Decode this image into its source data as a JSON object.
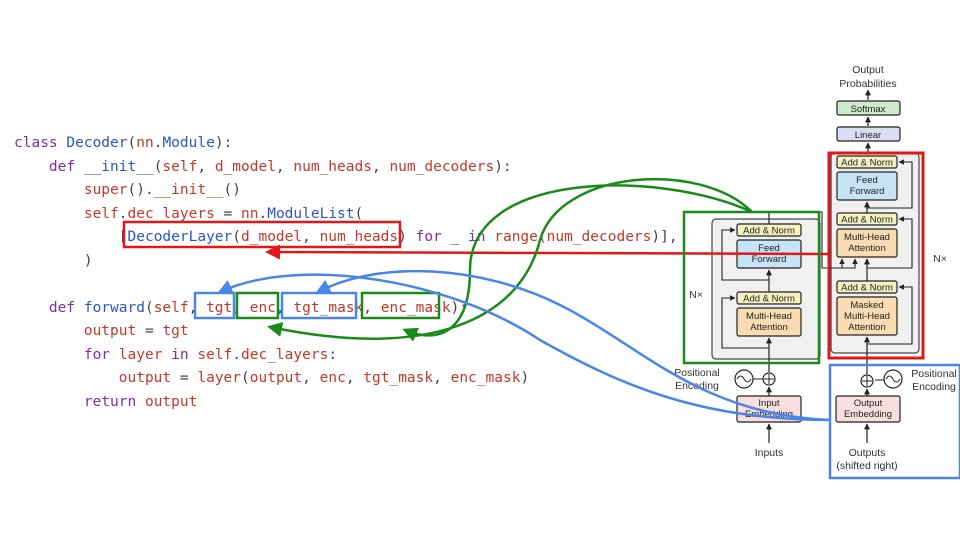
{
  "code": [
    {
      "indent": "",
      "tokens": [
        {
          "t": "class ",
          "c": "kw"
        },
        {
          "t": "Decoder",
          "c": "nm"
        },
        {
          "t": "(",
          "c": "tx"
        },
        {
          "t": "nn",
          "c": "ac"
        },
        {
          "t": ".",
          "c": "tx"
        },
        {
          "t": "Module",
          "c": "nm"
        },
        {
          "t": "):",
          "c": "tx"
        }
      ]
    },
    {
      "indent": "    ",
      "tokens": [
        {
          "t": "def ",
          "c": "kw"
        },
        {
          "t": "__init__",
          "c": "nm"
        },
        {
          "t": "(",
          "c": "tx"
        },
        {
          "t": "self",
          "c": "ac"
        },
        {
          "t": ", ",
          "c": "tx"
        },
        {
          "t": "d_model",
          "c": "ac"
        },
        {
          "t": ", ",
          "c": "tx"
        },
        {
          "t": "num_heads",
          "c": "ac"
        },
        {
          "t": ", ",
          "c": "tx"
        },
        {
          "t": "num_decoders",
          "c": "ac"
        },
        {
          "t": "):",
          "c": "tx"
        }
      ]
    },
    {
      "indent": "        ",
      "tokens": [
        {
          "t": "super",
          "c": "ac"
        },
        {
          "t": "().",
          "c": "tx"
        },
        {
          "t": "__init__",
          "c": "ac"
        },
        {
          "t": "()",
          "c": "tx"
        }
      ]
    },
    {
      "indent": "        ",
      "tokens": [
        {
          "t": "self",
          "c": "ac"
        },
        {
          "t": ".",
          "c": "tx"
        },
        {
          "t": "dec_layers",
          "c": "ac"
        },
        {
          "t": " = ",
          "c": "tx"
        },
        {
          "t": "nn",
          "c": "ac"
        },
        {
          "t": ".",
          "c": "tx"
        },
        {
          "t": "ModuleList",
          "c": "nm"
        },
        {
          "t": "(",
          "c": "tx"
        }
      ]
    },
    {
      "indent": "            ",
      "tokens": [
        {
          "t": "[",
          "c": "tx"
        },
        {
          "t": "DecoderLayer",
          "c": "nm"
        },
        {
          "t": "(",
          "c": "tx"
        },
        {
          "t": "d_model",
          "c": "ac"
        },
        {
          "t": ", ",
          "c": "tx"
        },
        {
          "t": "num_heads",
          "c": "ac"
        },
        {
          "t": ") ",
          "c": "tx"
        },
        {
          "t": "for",
          "c": "kw"
        },
        {
          "t": " _ ",
          "c": "tx"
        },
        {
          "t": "in",
          "c": "kw"
        },
        {
          "t": " ",
          "c": "tx"
        },
        {
          "t": "range",
          "c": "ac"
        },
        {
          "t": "(",
          "c": "tx"
        },
        {
          "t": "num_decoders",
          "c": "ac"
        },
        {
          "t": ")],",
          "c": "tx"
        }
      ]
    },
    {
      "indent": "        ",
      "tokens": [
        {
          "t": ")",
          "c": "tx"
        }
      ]
    },
    {
      "indent": "",
      "tokens": []
    },
    {
      "indent": "    ",
      "tokens": [
        {
          "t": "def ",
          "c": "kw"
        },
        {
          "t": "forward",
          "c": "nm"
        },
        {
          "t": "(",
          "c": "tx"
        },
        {
          "t": "self",
          "c": "ac"
        },
        {
          "t": ", ",
          "c": "tx"
        },
        {
          "t": "tgt",
          "c": "ac"
        },
        {
          "t": ", ",
          "c": "tx"
        },
        {
          "t": "enc",
          "c": "ac"
        },
        {
          "t": ", ",
          "c": "tx"
        },
        {
          "t": "tgt_mask",
          "c": "ac"
        },
        {
          "t": ", ",
          "c": "tx"
        },
        {
          "t": "enc_mask",
          "c": "ac"
        },
        {
          "t": "):",
          "c": "tx"
        }
      ]
    },
    {
      "indent": "        ",
      "tokens": [
        {
          "t": "output",
          "c": "ac"
        },
        {
          "t": " = ",
          "c": "tx"
        },
        {
          "t": "tgt",
          "c": "ac"
        }
      ]
    },
    {
      "indent": "        ",
      "tokens": [
        {
          "t": "for",
          "c": "kw"
        },
        {
          "t": " layer ",
          "c": "ac"
        },
        {
          "t": "in",
          "c": "kw"
        },
        {
          "t": " ",
          "c": "tx"
        },
        {
          "t": "self",
          "c": "ac"
        },
        {
          "t": ".",
          "c": "tx"
        },
        {
          "t": "dec_layers",
          "c": "ac"
        },
        {
          "t": ":",
          "c": "tx"
        }
      ]
    },
    {
      "indent": "            ",
      "tokens": [
        {
          "t": "output",
          "c": "ac"
        },
        {
          "t": " = ",
          "c": "tx"
        },
        {
          "t": "layer",
          "c": "ac"
        },
        {
          "t": "(",
          "c": "tx"
        },
        {
          "t": "output",
          "c": "ac"
        },
        {
          "t": ", ",
          "c": "tx"
        },
        {
          "t": "enc",
          "c": "ac"
        },
        {
          "t": ", ",
          "c": "tx"
        },
        {
          "t": "tgt_mask",
          "c": "ac"
        },
        {
          "t": ", ",
          "c": "tx"
        },
        {
          "t": "enc_mask",
          "c": "ac"
        },
        {
          "t": ")",
          "c": "tx"
        }
      ]
    },
    {
      "indent": "        ",
      "tokens": [
        {
          "t": "return",
          "c": "kw"
        },
        {
          "t": " output",
          "c": "ac"
        }
      ]
    }
  ],
  "diagram": {
    "output_probabilities_1": "Output",
    "output_probabilities_2": "Probabilities",
    "softmax": "Softmax",
    "linear": "Linear",
    "add_norm": "Add & Norm",
    "feed_forward_1": "Feed",
    "feed_forward_2": "Forward",
    "multi_head_1": "Multi-Head",
    "multi_head_2": "Attention",
    "masked_1": "Masked",
    "masked_2": "Multi-Head",
    "masked_3": "Attention",
    "nx_encoder": "N×",
    "nx_decoder": "N×",
    "positional_1": "Positional",
    "positional_2": "Encoding",
    "input_embedding_1": "Input",
    "input_embedding_2": "Embedding",
    "output_embedding_1": "Output",
    "output_embedding_2": "Embedding",
    "inputs": "Inputs",
    "outputs_1": "Outputs",
    "outputs_2": "(shifted right)"
  },
  "colors": {
    "red": "#e01818",
    "green": "#1a8a1a",
    "blue": "#4a86e8",
    "add_norm_fill": "#f3f1c0",
    "ff_fill": "#c7e3f6",
    "attn_fill": "#f9dcb2",
    "embed_fill": "#f8dede",
    "linear_fill": "#dcdcf2",
    "softmax_fill": "#cfe9cc",
    "block_fill": "#f0f0f0"
  }
}
